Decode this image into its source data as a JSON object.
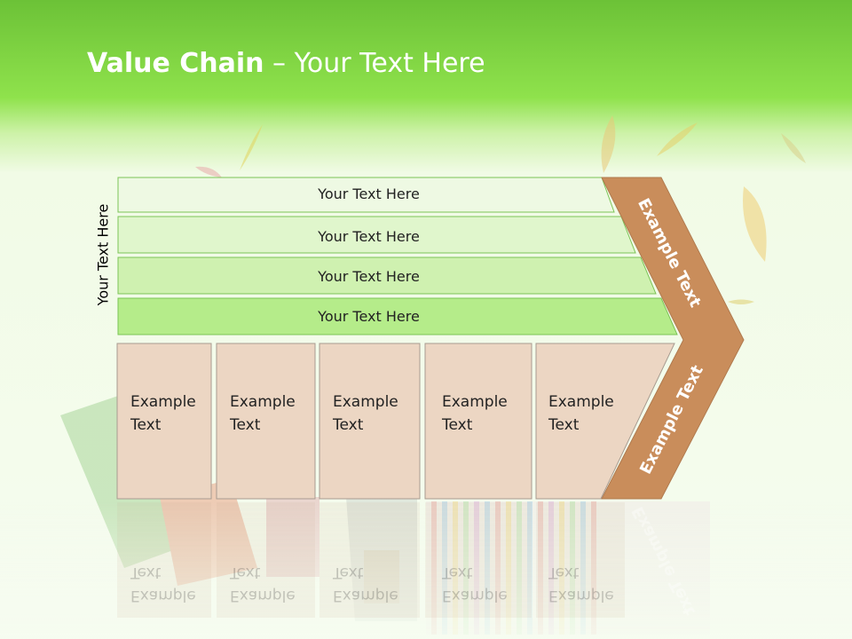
{
  "title": {
    "bold": "Value Chain",
    "dash": " – ",
    "rest": "Your Text Here"
  },
  "side_label": "Your Text Here",
  "rows": [
    "Your Text Here",
    "Your Text Here",
    "Your Text Here",
    "Your Text Here"
  ],
  "cells": [
    {
      "line1": "Example",
      "line2": "Text"
    },
    {
      "line1": "Example",
      "line2": "Text"
    },
    {
      "line1": "Example",
      "line2": "Text"
    },
    {
      "line1": "Example",
      "line2": "Text"
    },
    {
      "line1": "Example",
      "line2": "Text"
    }
  ],
  "arrow": {
    "upper": "Example Text",
    "lower": "Example Text"
  },
  "colors": {
    "row_fills": [
      "#eef9e3",
      "#e0f6cc",
      "#cff1b0",
      "#b5ec8a"
    ],
    "cell_fill": "#ecd6c3",
    "arrow_fill": "#c98d5b",
    "accent_green": "#7ed63f"
  }
}
